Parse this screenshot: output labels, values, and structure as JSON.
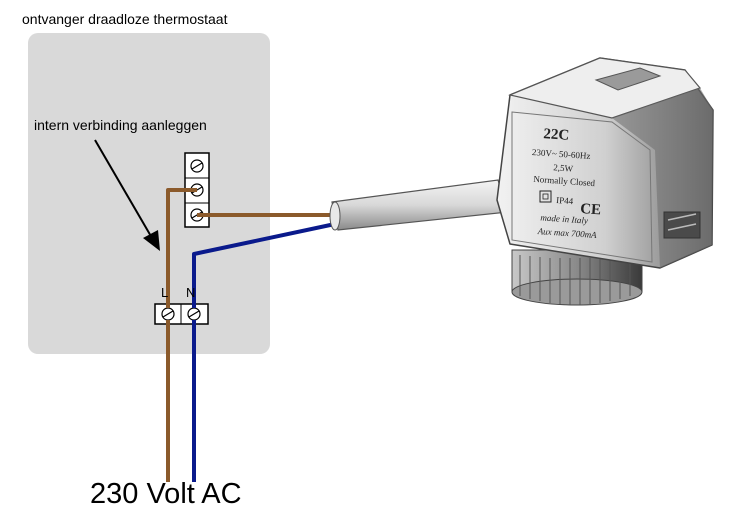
{
  "labels": {
    "receiver_title": "ontvanger draadloze thermostaat",
    "internal_note": "intern verbinding aanleggen",
    "supply_voltage": "230 Volt AC",
    "terminal_l": "L",
    "terminal_n": "N"
  },
  "actuator": {
    "model": "22C",
    "voltage": "230V~ 50-60Hz",
    "power": "2,5W",
    "type": "Normally Closed",
    "protection": "IP44",
    "ce_mark": "CE",
    "made_in": "made in Italy",
    "aux": "Aux max 700mA"
  },
  "colors": {
    "live_wire": "#8b5a2b",
    "neutral_wire": "#0a1a8c",
    "receiver_box": "#d9d9d9"
  }
}
